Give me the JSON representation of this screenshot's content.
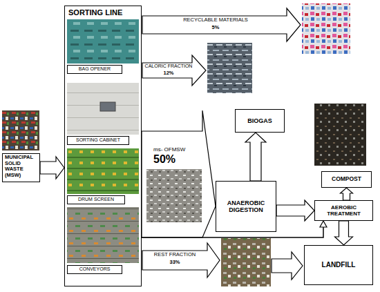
{
  "diagram": {
    "nodes": [
      {
        "text": [
          "MUNICIPAL SOLID WASTE (MSW)"
        ]
      },
      {
        "text": [
          "SORTING LINE"
        ]
      },
      {
        "text": [
          "BAG OPENER"
        ],
        "in": 1
      },
      {
        "text": [
          "SORTING CABINET"
        ],
        "in": 1
      },
      {
        "text": [
          "DRUM SCREEN"
        ],
        "in": 1
      },
      {
        "text": [
          "CONVEYORS"
        ],
        "in": 1
      },
      {
        "text": [
          "BIOGAS"
        ]
      },
      {
        "text": [
          "ANAEROBIC DIGESTION"
        ]
      },
      {
        "text": [
          "COMPOST"
        ]
      },
      {
        "text": [
          "AEROBIC TREATMENT"
        ]
      },
      {
        "text": [
          "LANDFILL"
        ]
      }
    ],
    "edges": [
      {
        "from": 0,
        "to": 1,
        "arrow": "to"
      },
      {
        "from": 1,
        "to": 7,
        "arrow": "to"
      },
      {
        "from": 1,
        "to": 9,
        "arrow": "to"
      },
      {
        "from": 7,
        "to": 6,
        "arrow": "to"
      },
      {
        "from": 7,
        "to": 9,
        "arrow": "to"
      },
      {
        "from": 9,
        "to": 8,
        "arrow": "to"
      },
      {
        "from": 9,
        "to": 10,
        "arrow": "to"
      }
    ],
    "labels": [
      "RECYCLABLE MATERIALS",
      "5%",
      "CALORIC FRACTION",
      "12%",
      "ms- OFMSW",
      "50%",
      "REST FRACTION",
      "33%"
    ]
  }
}
